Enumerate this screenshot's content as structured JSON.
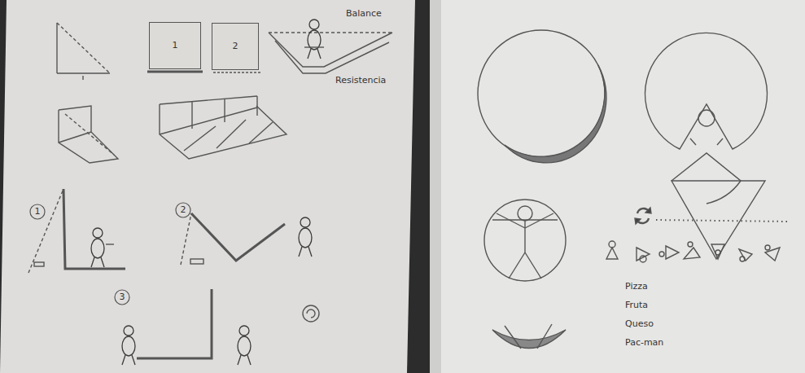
{
  "diagram": {
    "nodes": [
      {
        "text": [
          "1"
        ]
      },
      {
        "text": [
          "2"
        ]
      },
      {
        "text": [
          "1"
        ]
      },
      {
        "text": [
          "2"
        ]
      },
      {
        "text": [
          "3"
        ]
      }
    ],
    "labels": [
      "Balance",
      "Resistencia",
      "Pizza",
      "Fruta",
      "Queso",
      "Pac-man"
    ]
  }
}
